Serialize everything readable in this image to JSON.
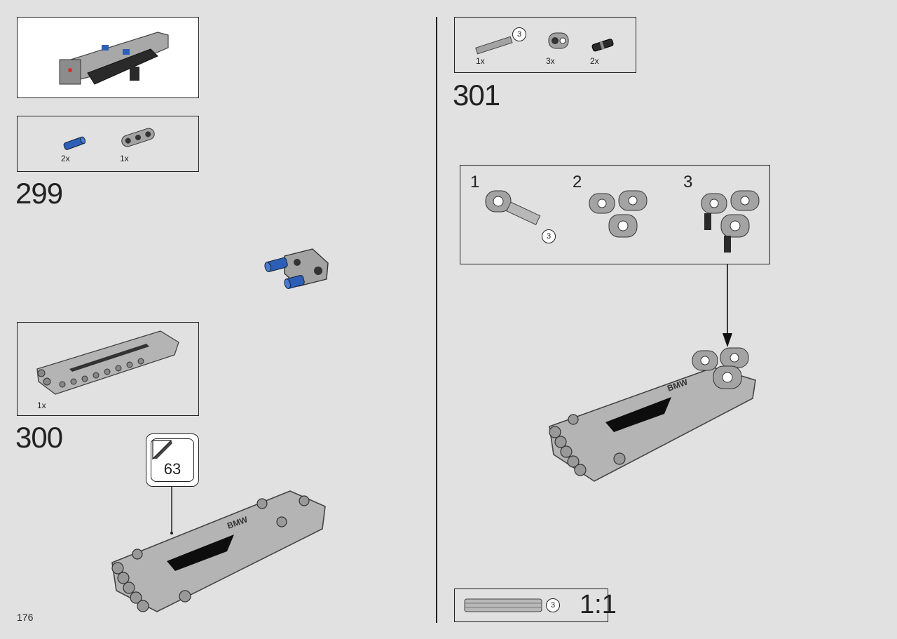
{
  "page": {
    "number": "176"
  },
  "steps": [
    {
      "number": "299",
      "parts": [
        {
          "qty": "2x",
          "icon": "blue-pin-icon"
        },
        {
          "qty": "1x",
          "icon": "gray-beam-icon"
        }
      ]
    },
    {
      "number": "300",
      "parts": [
        {
          "qty": "1x",
          "icon": "gray-panel-icon"
        }
      ],
      "sticker": "63"
    },
    {
      "number": "301",
      "parts": [
        {
          "qty": "1x",
          "icon": "axle-3-icon",
          "axle_length": "3"
        },
        {
          "qty": "3x",
          "icon": "gray-connector-icon"
        },
        {
          "qty": "2x",
          "icon": "black-pin-icon"
        }
      ],
      "substeps": [
        {
          "number": "1",
          "axle_length": "3"
        },
        {
          "number": "2"
        },
        {
          "number": "3"
        }
      ],
      "scale": {
        "axle_length": "3",
        "ratio": "1:1"
      }
    }
  ],
  "colors": {
    "background": "#e1e1e1",
    "lego_blue": "#2d5fb8",
    "lego_gray": "#a3a3a3",
    "lego_dark": "#333333"
  }
}
